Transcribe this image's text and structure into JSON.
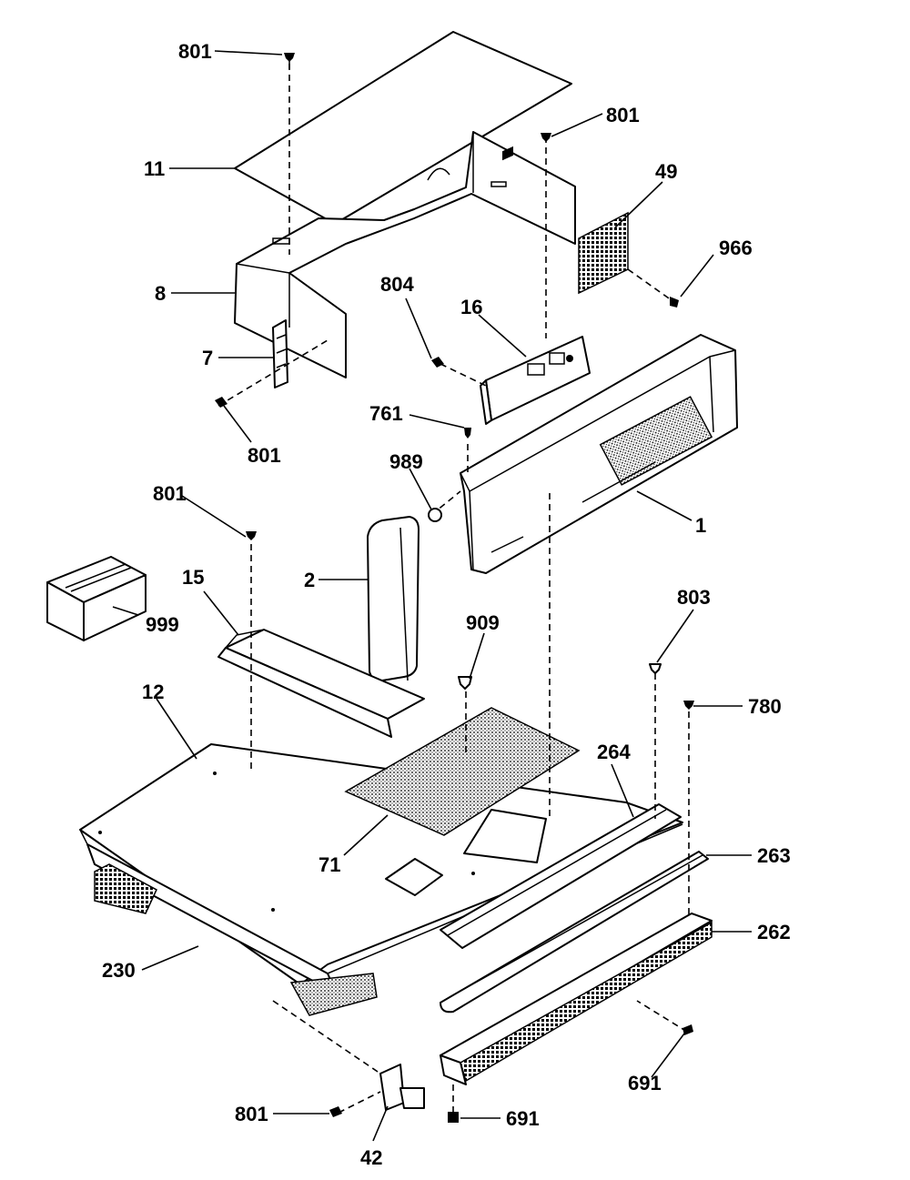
{
  "callouts": {
    "c801_top": "801",
    "c11": "11",
    "c801_right": "801",
    "c49": "49",
    "c966": "966",
    "c8": "8",
    "c804": "804",
    "c16": "16",
    "c7": "7",
    "c801_left": "801",
    "c761": "761",
    "c989": "989",
    "c801_mid": "801",
    "c1": "1",
    "c2": "2",
    "c15": "15",
    "c999": "999",
    "c909": "909",
    "c803": "803",
    "c12": "12",
    "c780": "780",
    "c264": "264",
    "c263": "263",
    "c71": "71",
    "c262": "262",
    "c230": "230",
    "c691_right": "691",
    "c801_bottom": "801",
    "c691_bottom": "691",
    "c42": "42"
  }
}
